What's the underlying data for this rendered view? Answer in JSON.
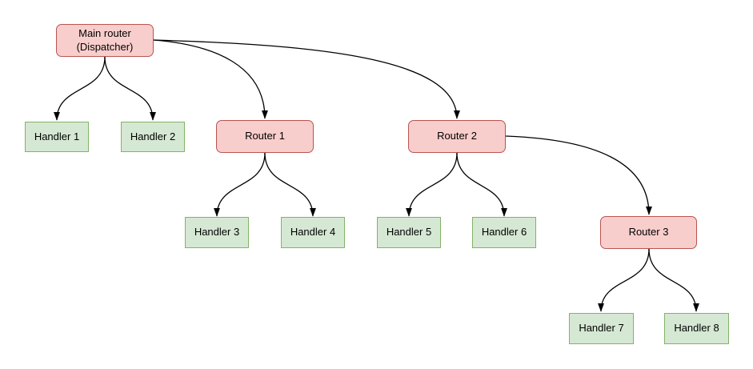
{
  "diagram": {
    "nodes": {
      "main_router": {
        "label": "Main router\n(Dispatcher)",
        "type": "router"
      },
      "router_1": {
        "label": "Router 1",
        "type": "router"
      },
      "router_2": {
        "label": "Router 2",
        "type": "router"
      },
      "router_3": {
        "label": "Router 3",
        "type": "router"
      },
      "handler_1": {
        "label": "Handler 1",
        "type": "handler"
      },
      "handler_2": {
        "label": "Handler 2",
        "type": "handler"
      },
      "handler_3": {
        "label": "Handler 3",
        "type": "handler"
      },
      "handler_4": {
        "label": "Handler 4",
        "type": "handler"
      },
      "handler_5": {
        "label": "Handler 5",
        "type": "handler"
      },
      "handler_6": {
        "label": "Handler 6",
        "type": "handler"
      },
      "handler_7": {
        "label": "Handler 7",
        "type": "handler"
      },
      "handler_8": {
        "label": "Handler 8",
        "type": "handler"
      }
    },
    "edges": [
      {
        "from": "main_router",
        "to": "handler_1"
      },
      {
        "from": "main_router",
        "to": "handler_2"
      },
      {
        "from": "main_router",
        "to": "router_1"
      },
      {
        "from": "main_router",
        "to": "router_2"
      },
      {
        "from": "router_1",
        "to": "handler_3"
      },
      {
        "from": "router_1",
        "to": "handler_4"
      },
      {
        "from": "router_2",
        "to": "handler_5"
      },
      {
        "from": "router_2",
        "to": "handler_6"
      },
      {
        "from": "router_2",
        "to": "router_3"
      },
      {
        "from": "router_3",
        "to": "handler_7"
      },
      {
        "from": "router_3",
        "to": "handler_8"
      }
    ],
    "colors": {
      "router_fill": "#f8cecc",
      "router_border": "#b85450",
      "handler_fill": "#d5e8d4",
      "handler_border": "#82b366",
      "edge": "#000000",
      "text": "#000000",
      "background": "#ffffff"
    }
  }
}
